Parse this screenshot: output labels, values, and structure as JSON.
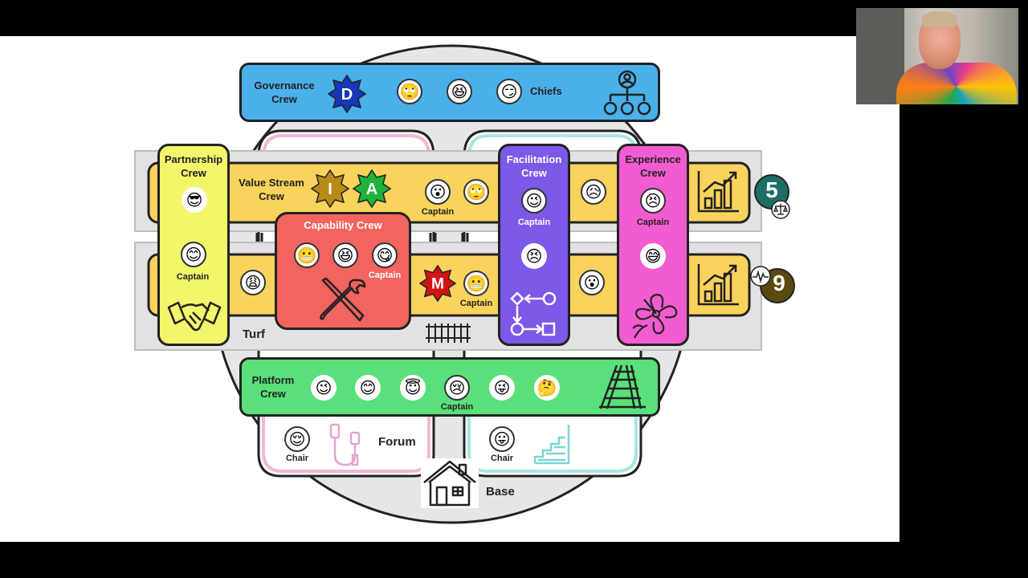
{
  "colors": {
    "governance": "#4ab0ea",
    "partnership": "#f3f56b",
    "value_stream": "#f9d35c",
    "capability": "#f2645f",
    "facilitation": "#7c59e8",
    "experience": "#f25cd1",
    "platform": "#59e07a",
    "turf": "#e2e2e2",
    "badge_teal": "#1e6e66",
    "badge_olive": "#5a4a0e"
  },
  "governance": {
    "title_line1": "Governance",
    "title_line2": "Crew",
    "badge_letter": "D",
    "members_label": "Chiefs",
    "icons": [
      "org-chart-icon"
    ]
  },
  "partnership": {
    "title_line1": "Partnership",
    "title_line2": "Crew",
    "captain_label": "Captain",
    "icons": [
      "handshake-icon"
    ]
  },
  "value_stream": {
    "title_line1": "Value Stream",
    "title_line2": "Crew",
    "badge_letters": [
      "I",
      "A"
    ],
    "captain_label": "Captain",
    "count_badge": "5",
    "icons": [
      "bar-chart-icon",
      "scales-icon"
    ]
  },
  "capability": {
    "title": "Capability Crew",
    "captain_label": "Captain",
    "badge_letter": "M",
    "captain_label_2": "Captain",
    "icons": [
      "tools-icon"
    ]
  },
  "facilitation": {
    "title_line1": "Facilitation",
    "title_line2": "Crew",
    "captain_label": "Captain",
    "icons": [
      "flow-diagram-icon"
    ]
  },
  "experience": {
    "title_line1": "Experience",
    "title_line2": "Crew",
    "captain_label": "Captain",
    "icons": [
      "hibiscus-icon"
    ]
  },
  "lower_stream": {
    "count_badge": "9",
    "icons": [
      "bar-chart-icon",
      "pulse-icon"
    ]
  },
  "turf": {
    "label": "Turf"
  },
  "platform": {
    "title_line1": "Platform",
    "title_line2": "Crew",
    "captain_label": "Captain",
    "icons": [
      "railway-track-icon"
    ]
  },
  "forum": {
    "label": "Forum",
    "chair_label": "Chair",
    "icons": [
      "usb-cable-icon"
    ]
  },
  "base": {
    "label": "Base",
    "chair_label": "Chair",
    "icons": [
      "house-icon",
      "stairs-icon"
    ]
  }
}
